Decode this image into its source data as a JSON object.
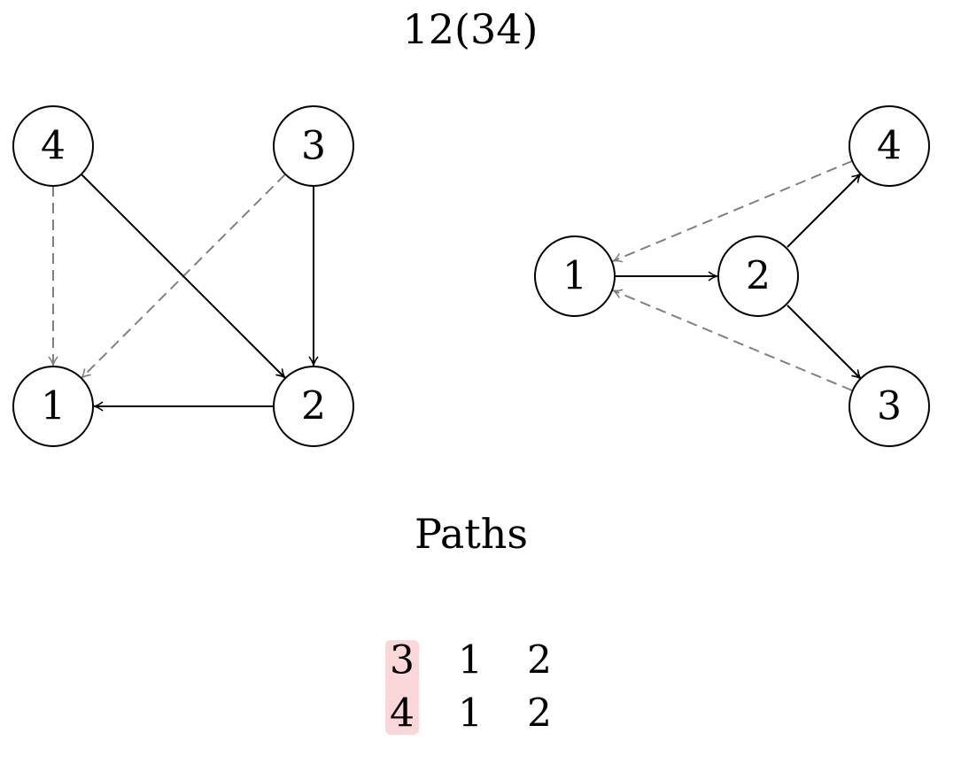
{
  "title": "12(34)",
  "paths_title": "Paths",
  "colors": {
    "solid_edge": "#000000",
    "dashed_edge": "#808080",
    "highlight": "#fcd7da"
  },
  "graph_left": {
    "nodes": [
      "4",
      "3",
      "1",
      "2"
    ],
    "solid_edges": [
      [
        "4",
        "2"
      ],
      [
        "3",
        "2"
      ],
      [
        "2",
        "1"
      ]
    ],
    "dashed_edges": [
      [
        "4",
        "1"
      ],
      [
        "3",
        "1"
      ]
    ]
  },
  "graph_right": {
    "nodes": [
      "1",
      "2",
      "4",
      "3"
    ],
    "solid_edges": [
      [
        "1",
        "2"
      ],
      [
        "2",
        "4"
      ],
      [
        "2",
        "3"
      ]
    ],
    "dashed_edges": [
      [
        "4",
        "1"
      ],
      [
        "3",
        "1"
      ]
    ]
  },
  "paths": [
    [
      "3",
      "1",
      "2"
    ],
    [
      "4",
      "1",
      "2"
    ]
  ]
}
